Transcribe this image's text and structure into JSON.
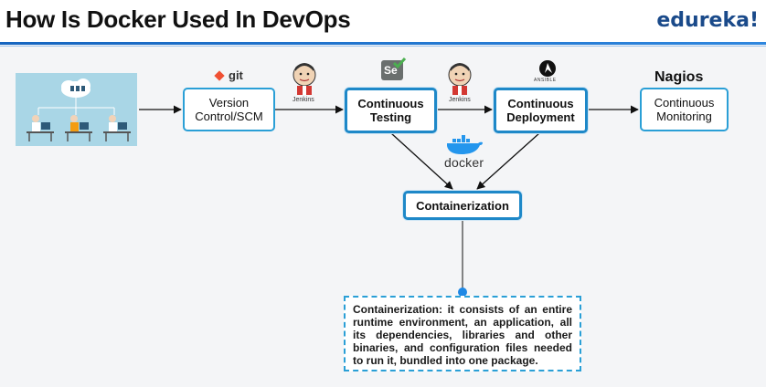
{
  "header": {
    "title": "How Is Docker Used In DevOps",
    "brand": "edureka!"
  },
  "stages": {
    "vcs": {
      "line1": "Version",
      "line2": "Control/SCM"
    },
    "testing": {
      "line1": "Continuous",
      "line2": "Testing"
    },
    "deployment": {
      "line1": "Continuous",
      "line2": "Deployment"
    },
    "monitoring": {
      "line1": "Continuous",
      "line2": "Monitoring"
    },
    "containerization": "Containerization"
  },
  "tools": {
    "git": "git",
    "jenkins_1": "Jenkins",
    "selenium": "Se",
    "jenkins_2": "Jenkins",
    "ansible": "ANSIBLE",
    "docker": "docker",
    "nagios": "Nagios"
  },
  "note": "Containerization: it consists of an entire runtime environment, an application, all its dependencies, libraries and other binaries, and configuration files needed to run it, bundled into one package.",
  "colors": {
    "accent": "#2a9fd6",
    "brand": "#1a4a8a",
    "git": "#f05033",
    "docker": "#2496ed"
  }
}
